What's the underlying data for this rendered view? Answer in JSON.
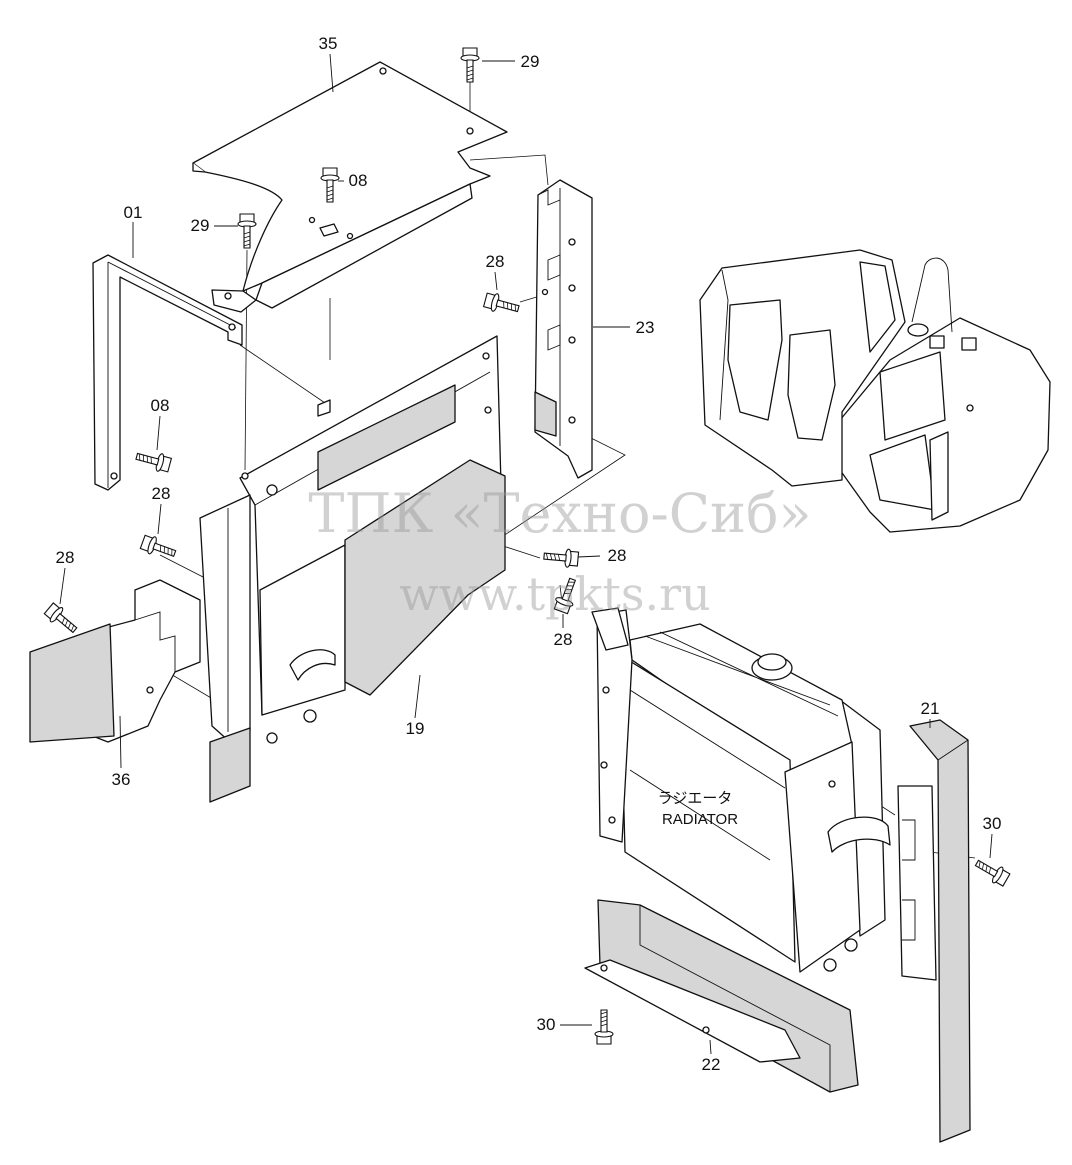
{
  "callouts": [
    "35",
    "29",
    "08",
    "01",
    "29",
    "28",
    "23",
    "08",
    "28",
    "28",
    "28",
    "28",
    "19",
    "36",
    "21",
    "30",
    "30",
    "22"
  ],
  "radiator": {
    "label_ja": "ラジエータ",
    "label_en": "RADIATOR"
  },
  "watermark": {
    "line1": "ТПК «Техно-Сиб»",
    "line2": "www.tpkts.ru"
  },
  "colors": {
    "line": "#111111",
    "foam": "#d6d6d6",
    "watermark": "#9a9a9a"
  }
}
